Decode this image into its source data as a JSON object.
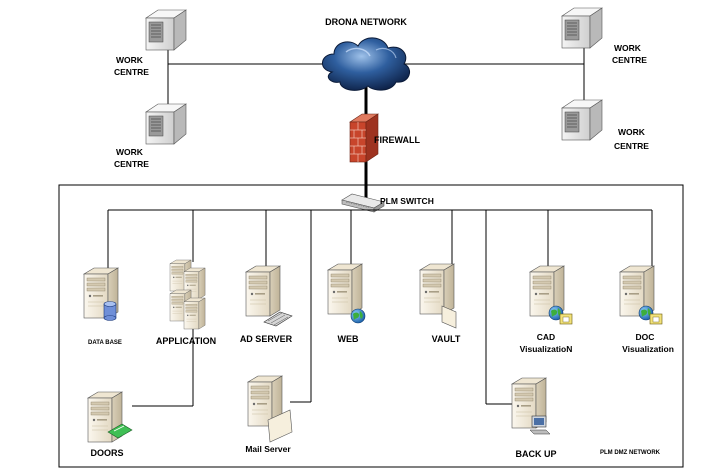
{
  "network": {
    "title": "DRONA NETWORK",
    "work_centres": [
      {
        "line1": "WORK",
        "line2": "CENTRE"
      },
      {
        "line1": "WORK",
        "line2": "CENTRE"
      },
      {
        "line1": "WORK",
        "line2": "CENTRE"
      },
      {
        "line1": "WORK",
        "line2": "CENTRE"
      }
    ]
  },
  "firewall": {
    "label": "FIREWALL"
  },
  "switch": {
    "label": "PLM SWITCH"
  },
  "dmz": {
    "label": "PLM DMZ NETWORK"
  },
  "servers": {
    "database": "DATA BASE",
    "application": "APPLICATION",
    "ad_server": "AD SERVER",
    "web": "WEB",
    "vault": "VAULT",
    "cad": {
      "line1": "CAD",
      "line2": "VisualizatioN"
    },
    "doc": {
      "line1": "DOC",
      "line2": "Visualization"
    },
    "doors": "DOORS",
    "mail": "Mail Server",
    "backup": "BACK UP"
  },
  "colors": {
    "firewall": "#c8452b",
    "cloud": "#1c3f7a",
    "server_body": "#f2ead9"
  }
}
